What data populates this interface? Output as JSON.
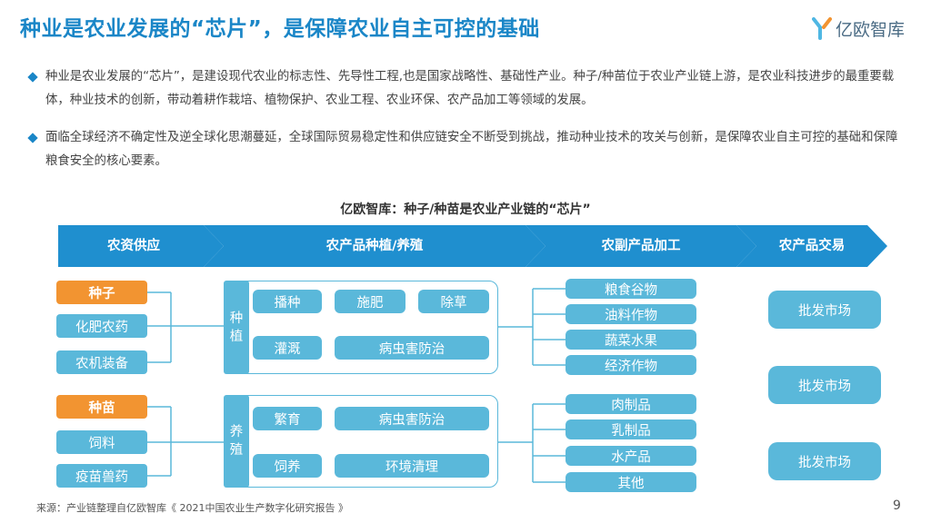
{
  "title": "种业是农业发展的“芯片”，是保障农业自主可控的基础",
  "brand": {
    "name": "亿欧智库",
    "logo_icon": "yiou-logo-icon",
    "accent": "#1a86c7"
  },
  "bullets": [
    "种业是农业发展的“芯片”，是建设现代农业的标志性、先导性工程,也是国家战略性、基础性产业。种子/种苗位于农业产业链上游，是农业科技进步的最重要载体，种业技术的创新，带动着耕作栽培、植物保护、农业工程、农业环保、农产品加工等领域的发展。",
    "面临全球经济不确定性及逆全球化思潮蔓延，全球国际贸易稳定性和供应链安全不断受到挑战，推动种业技术的攻关与创新，是保障农业自主可控的基础和保障粮食安全的核心要素。"
  ],
  "diagram": {
    "title": "亿欧智库：种子/种苗是农业产业链的“芯片”",
    "stages": [
      "农资供应",
      "农产品种植/养殖",
      "农副产品加工",
      "农产品交易"
    ],
    "supply_groups": [
      {
        "items": [
          "种子",
          "化肥农药",
          "农机装备"
        ]
      },
      {
        "items": [
          "种苗",
          "饲料",
          "疫苗兽药"
        ]
      }
    ],
    "planting": {
      "label": "种植",
      "row1": [
        "播种",
        "施肥",
        "除草"
      ],
      "row2": [
        "灌溉",
        "病虫害防治"
      ]
    },
    "breeding": {
      "label": "养殖",
      "row1": [
        "繁育",
        "病虫害防治"
      ],
      "row2": [
        "饲养",
        "环境清理"
      ]
    },
    "processing_groups": [
      {
        "items": [
          "粮食谷物",
          "油料作物",
          "蔬菜水果",
          "经济作物"
        ]
      },
      {
        "items": [
          "肉制品",
          "乳制品",
          "水产品",
          "其他"
        ]
      }
    ],
    "markets": [
      "批发市场",
      "批发市场",
      "批发市场"
    ],
    "colors": {
      "arrow": "#1f8fcf",
      "box": "#5ab8da",
      "highlight": "#f29431"
    }
  },
  "footer": {
    "source": "来源：产业链整理自亿欧智库《 2021中国农业生产数字化研究报告 》",
    "page": "9"
  }
}
